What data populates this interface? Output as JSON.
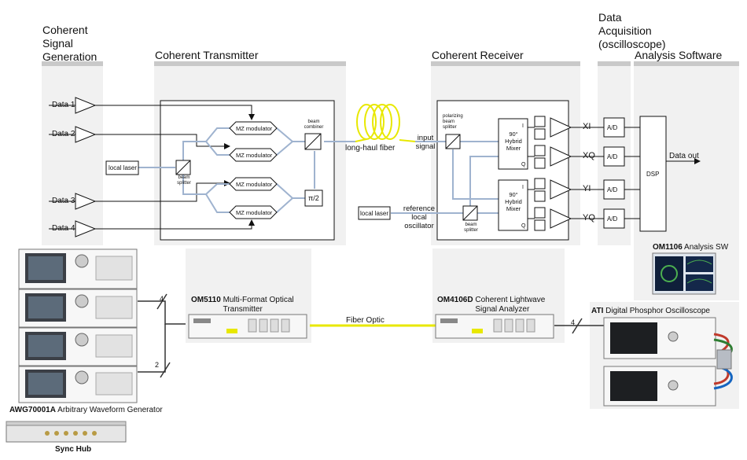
{
  "sections": {
    "signal_generation": "Coherent Signal Generation",
    "transmitter": "Coherent Transmitter",
    "receiver": "Coherent Receiver",
    "acquisition": "Data Acquisition (oscilloscope)",
    "analysis": "Analysis Software"
  },
  "transmitter": {
    "data_inputs": [
      "Data 1",
      "Data 2",
      "Data 3",
      "Data 4"
    ],
    "local_laser": "local laser",
    "beam_splitter": "beam splitter",
    "mz_modulator": "MZ modulator",
    "beam_combiner": "beam combiner",
    "phase_shift": "π/2"
  },
  "fiber": {
    "long_haul": "long-haul fiber",
    "optic_link": "Fiber Optic"
  },
  "receiver": {
    "input_signal": "input signal",
    "polarizing_splitter": "polarizing beam splitter",
    "reference_oscillator": "reference local oscillator",
    "local_laser": "local laser",
    "beam_splitter": "beam splitter",
    "hybrid_mixer": "90° Hybrid Mixer",
    "port_i": "I",
    "port_q": "Q",
    "outputs": [
      "XI",
      "XQ",
      "YI",
      "YQ"
    ]
  },
  "acquisition": {
    "ad": "A/D",
    "dsp": "DSP",
    "data_out": "Data out"
  },
  "products": {
    "awg_model": "AWG70001A",
    "awg_name": "Arbitrary Waveform Generator",
    "sync_hub": "Sync Hub",
    "tx_model": "OM5110",
    "tx_name": "Multi-Format Optical Transmitter",
    "rx_model": "OM4106D",
    "rx_name": "Coherent Lightwave Signal Analyzer",
    "sw_model": "OM1106",
    "sw_name": "Analysis SW",
    "scope_model": "ATI",
    "scope_name": "Digital Phosphor Oscilloscope"
  },
  "bus_labels": {
    "awg_to_tx": "4",
    "awg_bottom": "2",
    "rx_to_scope": "4"
  },
  "colors": {
    "fiber": "#e8e800",
    "panel": "#f1f1f1",
    "bar": "#c9c9c9",
    "light_path": "#9fb3cf"
  }
}
